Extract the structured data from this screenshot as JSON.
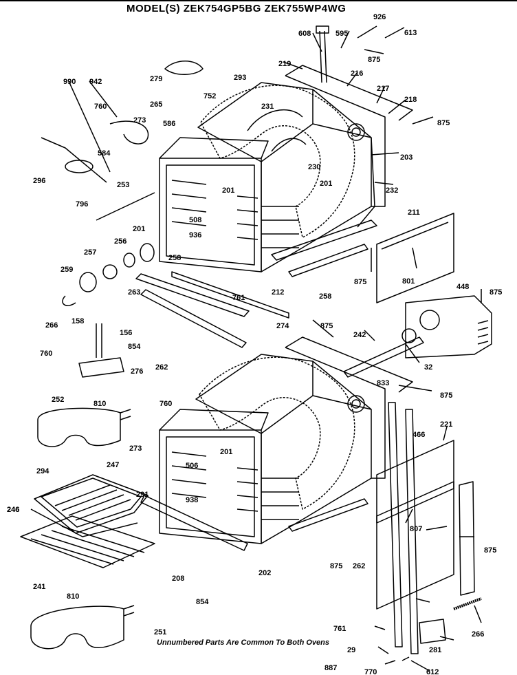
{
  "title": "MODEL(S) ZEK754GP5BG  ZEK755WP4WG",
  "footnote": "Unnumbered Parts Are Common To Both Ovens",
  "part_labels": [
    "926",
    "608",
    "595",
    "613",
    "875",
    "219",
    "216",
    "217",
    "218",
    "875",
    "990",
    "942",
    "279",
    "760",
    "265",
    "752",
    "293",
    "231",
    "273",
    "586",
    "584",
    "296",
    "230",
    "203",
    "201",
    "232",
    "253",
    "796",
    "201",
    "201",
    "508",
    "936",
    "211",
    "448",
    "875",
    "256",
    "257",
    "259",
    "258",
    "212",
    "258",
    "875",
    "801",
    "263",
    "761",
    "274",
    "266",
    "875",
    "158",
    "156",
    "854",
    "242",
    "32",
    "760",
    "276",
    "833",
    "262",
    "252",
    "810",
    "760",
    "875",
    "273",
    "466",
    "221",
    "294",
    "291",
    "201",
    "506",
    "938",
    "246",
    "247",
    "246",
    "807",
    "875",
    "241",
    "208",
    "854",
    "202",
    "262",
    "875",
    "810",
    "251",
    "761",
    "29",
    "281",
    "266",
    "887",
    "770",
    "612"
  ]
}
